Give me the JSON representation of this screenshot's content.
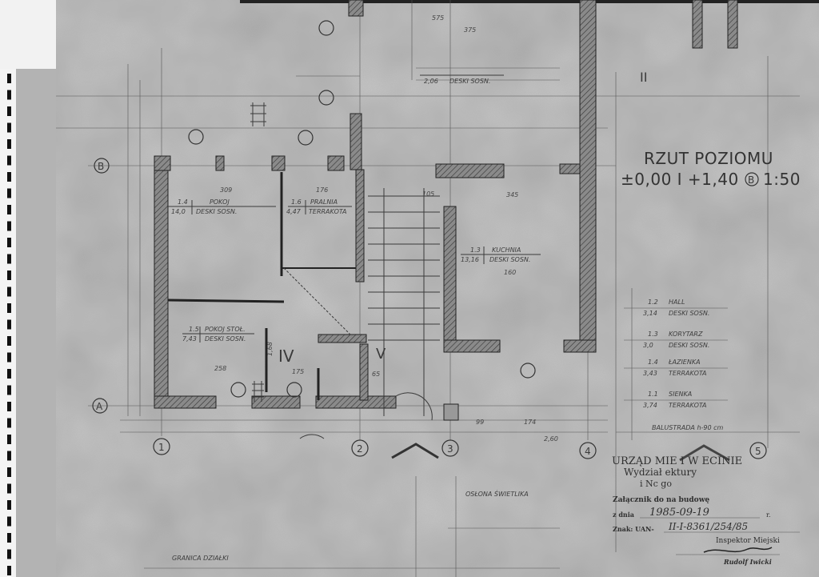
{
  "drawing": {
    "title": "RZUT POZIOMU",
    "levels": "±0,00 I +1,40",
    "level_ref": "B",
    "scale": "1:50"
  },
  "grid_axes": {
    "columns": [
      "1",
      "2",
      "3",
      "4",
      "5"
    ],
    "rows": [
      "A",
      "B"
    ]
  },
  "rooms": [
    {
      "number": "1.4",
      "name": "POKOJ",
      "area": "14,0",
      "floor": "DESKI SOSN."
    },
    {
      "number": "1.6",
      "name": "PRALNIA",
      "area": "4,47",
      "floor": "TERRAKOTA"
    },
    {
      "number": "1.5",
      "name": "POKOJ STOŁ.",
      "area": "7,43",
      "floor": "DESKI SOSN."
    },
    {
      "number": "1.3",
      "name": "KUCHNIA",
      "area": "13,16",
      "floor": "DESKI SOSN."
    },
    {
      "number": "",
      "name": "",
      "area": "2,06",
      "floor": "DESKI SOSN."
    }
  ],
  "room_legend": [
    {
      "number": "1.2",
      "name": "HALL",
      "area": "3,14",
      "floor": "DESKI SOSN."
    },
    {
      "number": "1.3",
      "name": "KORYTARZ",
      "area": "3,0",
      "floor": "DESKI SOSN."
    },
    {
      "number": "1.4",
      "name": "ŁAZIENKA",
      "area": "3,43",
      "floor": "TERRAKOTA"
    },
    {
      "number": "1.1",
      "name": "SIENKA",
      "area": "3,74",
      "floor": "TERRAKOTA"
    }
  ],
  "dimensions": [
    "309",
    "176",
    "258",
    "175",
    "1,68",
    "345",
    "105",
    "99",
    "174",
    "575",
    "375",
    "160",
    "2,60",
    "65"
  ],
  "sections": [
    "IV",
    "V",
    "II"
  ],
  "notes": {
    "plot_boundary": "GRANICA DZIAŁKI",
    "skylight": "OSŁONA ŚWIETLIKA",
    "balustrade": "BALUSTRADA h-90 cm"
  },
  "stamp": {
    "line1": "URZĄD MIE   I W    ECINIE",
    "line2": "Wydział         ektury",
    "line3": "i Nc          go",
    "attachment": "Załącznik do            na budowę",
    "date_label": "z dnia",
    "date_value": "1985-09-19",
    "date_suffix": "r.",
    "ref_label": "Znak: UAN-",
    "ref_value": "II-I-8361/254/85",
    "inspector": "Inspektor Miejski",
    "name": "Rudolf Iwicki"
  }
}
